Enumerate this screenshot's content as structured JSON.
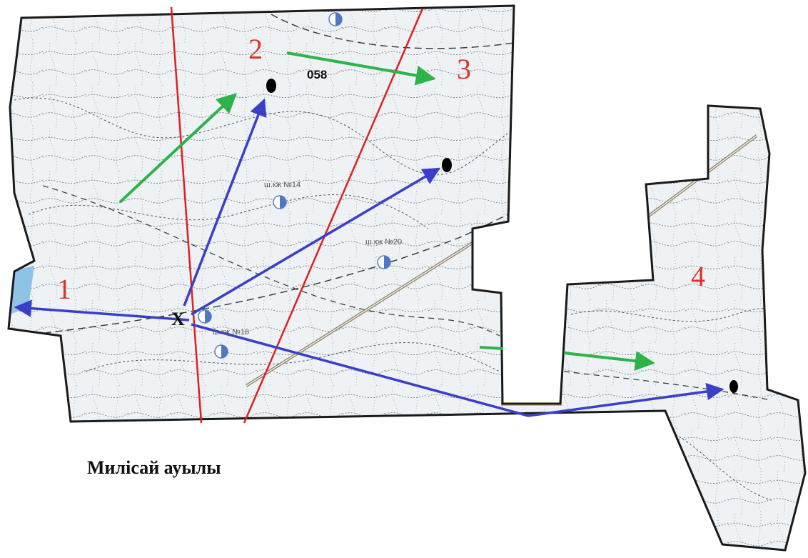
{
  "map": {
    "caption": "Милісай ауылы",
    "grid_code": "058",
    "origin_label": "X",
    "zones": [
      "1",
      "2",
      "3",
      "4"
    ],
    "wells": [
      "ш.кж №14",
      "ш.кж №20",
      "ш.кж №18"
    ],
    "colors": {
      "boundary": "#1a1a1a",
      "zone_line": "#e02020",
      "blue_arrow": "#3a3fc7",
      "green_arrow": "#2db34a",
      "zone_label": "#d9342b",
      "road": "#8b7e60",
      "terrain": "#5a5a5a",
      "land": "#eef2f4",
      "water": "#8fc3e6"
    },
    "icons": [
      "well-icon",
      "waypoint-dot-icon",
      "arrow-head-icon"
    ]
  }
}
